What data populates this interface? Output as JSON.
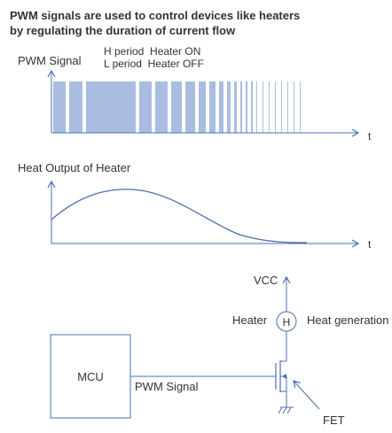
{
  "title": {
    "line1": "PWM signals are used to control devices like heaters",
    "line2": "by regulating the duration of current flow"
  },
  "pwm_chart": {
    "signal_label": "PWM Signal",
    "legend_h": "H period  Heater ON",
    "legend_l": "L period  Heater OFF",
    "time_label": "t",
    "h_color": "#a9bde0"
  },
  "heat_chart": {
    "label": "Heat Output of Heater",
    "time_label": "t"
  },
  "circuit": {
    "vcc": "VCC",
    "heater": "Heater",
    "heater_symbol": "H",
    "heat_generation": "Heat generation",
    "mcu": "MCU",
    "pwm_signal": "PWM Signal",
    "fet": "FET"
  }
}
